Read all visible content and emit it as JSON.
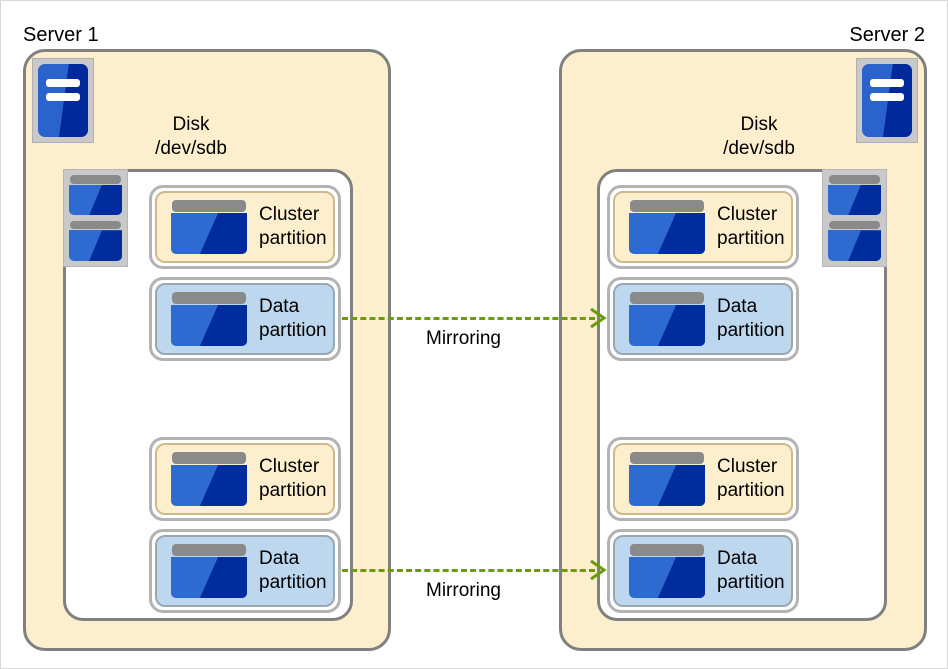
{
  "diagram": {
    "title_server1": "Server 1",
    "title_server2": "Server 2",
    "disk_label_line1": "Disk",
    "disk_label_line2": "/dev/sdb",
    "mirroring_label_top": "Mirroring",
    "mirroring_label_bottom": "Mirroring",
    "colors": {
      "server_box_fill": "#fdefcd",
      "server_box_border": "#808080",
      "disk_box_fill": "#ffffff",
      "cluster_partition_fill": "#fdefcd",
      "data_partition_fill": "#bdd7ee",
      "partition_border": "#b3b3b3",
      "arrow_green": "#6b9a0c",
      "disk_blue_light": "#2e6bd1",
      "disk_blue_dark": "#002c9e",
      "icon_gray": "#c9c9c9",
      "page_background": "#ffffff"
    },
    "icons": {
      "server_machine": "server-icon",
      "disk_stack": "disk-stack-icon",
      "partition_disk": "disk-icon",
      "arrow_head": "arrow-head-icon"
    },
    "servers": [
      {
        "id": "server-1",
        "name": "Server 1",
        "disk": "/dev/sdb",
        "partitions": [
          {
            "type": "cluster",
            "line1": "Cluster",
            "line2": "partition"
          },
          {
            "type": "data",
            "line1": "Data",
            "line2": "partition"
          },
          {
            "type": "cluster",
            "line1": "Cluster",
            "line2": "partition"
          },
          {
            "type": "data",
            "line1": "Data",
            "line2": "partition"
          }
        ]
      },
      {
        "id": "server-2",
        "name": "Server 2",
        "disk": "/dev/sdb",
        "partitions": [
          {
            "type": "cluster",
            "line1": "Cluster",
            "line2": "partition"
          },
          {
            "type": "data",
            "line1": "Data",
            "line2": "partition"
          },
          {
            "type": "cluster",
            "line1": "Cluster",
            "line2": "partition"
          },
          {
            "type": "data",
            "line1": "Data",
            "line2": "partition"
          }
        ]
      }
    ],
    "mirroring_links": [
      {
        "label": "Mirroring",
        "from": "server-1 Data partition (upper)",
        "to": "server-2 Data partition (upper)"
      },
      {
        "label": "Mirroring",
        "from": "server-1 Data partition (lower)",
        "to": "server-2 Data partition (lower)"
      }
    ]
  }
}
